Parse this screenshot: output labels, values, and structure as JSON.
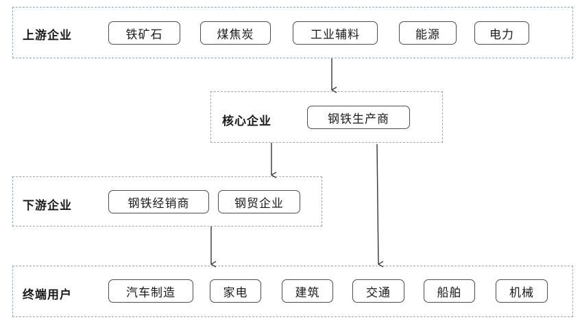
{
  "upstream": {
    "label": "上游企业",
    "items": [
      "铁矿石",
      "煤焦炭",
      "工业辅料",
      "能源",
      "电力"
    ]
  },
  "core": {
    "label": "核心企业",
    "items": [
      "钢铁生产商"
    ]
  },
  "downstream": {
    "label": "下游企业",
    "items": [
      "钢铁经销商",
      "钢贸企业"
    ]
  },
  "end_users": {
    "label": "终端用户",
    "items": [
      "汽车制造",
      "家电",
      "建筑",
      "交通",
      "船舶",
      "机械"
    ]
  },
  "colors": {
    "tier_border": "#8fa9b8",
    "item_border": "#4a4a4a",
    "arrow": "#333333"
  }
}
